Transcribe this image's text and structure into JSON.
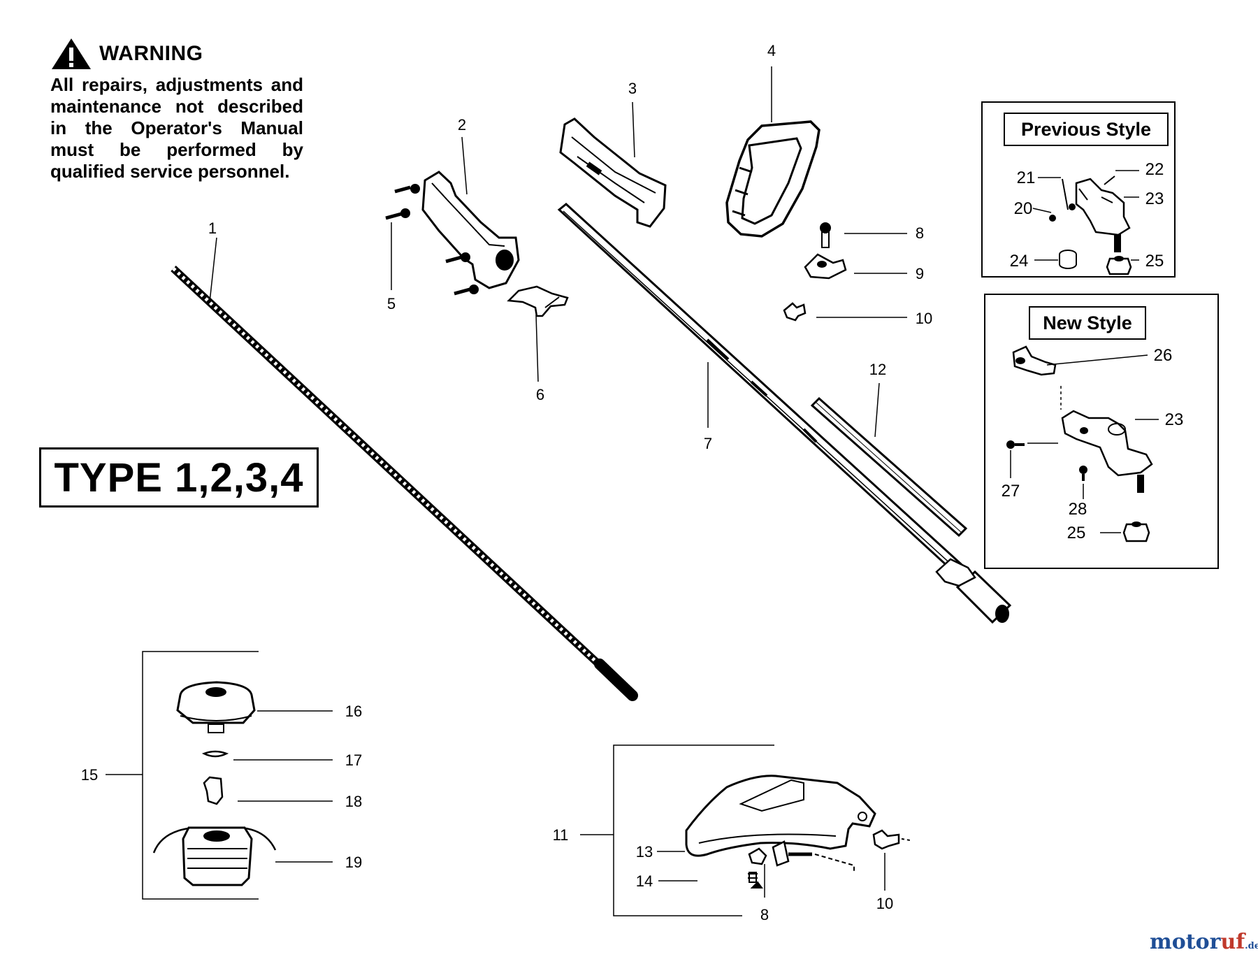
{
  "warning": {
    "title": "WARNING",
    "text": "All repairs, adjustments and maintenance not described in the Operator's Manual must be performed by qualified service personnel."
  },
  "type_label": "TYPE 1,2,3,4",
  "previous_style": {
    "label": "Previous Style"
  },
  "new_style": {
    "label": "New Style"
  },
  "callouts": {
    "c1": "1",
    "c2": "2",
    "c3": "3",
    "c4": "4",
    "c5": "5",
    "c6": "6",
    "c7": "7",
    "c8": "8",
    "c9": "9",
    "c10": "10",
    "c11": "11",
    "c12": "12",
    "c8b": "8",
    "c10b": "10",
    "c13": "13",
    "c14": "14",
    "c15": "15",
    "c16": "16",
    "c17": "17",
    "c18": "18",
    "c19": "19",
    "c20": "20",
    "c21": "21",
    "c22": "22",
    "c23": "23",
    "c24": "24",
    "c25": "25",
    "c26": "26",
    "c23b": "23",
    "c27": "27",
    "c28": "28",
    "c25b": "25"
  },
  "watermark": {
    "part1": "motor",
    "part2": "uf",
    "part3": ".de"
  }
}
